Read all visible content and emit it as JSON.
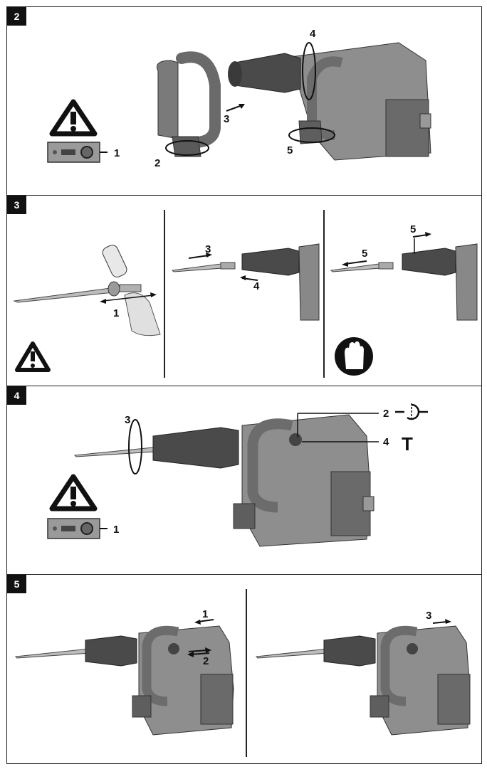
{
  "panels": [
    {
      "number": "2",
      "callouts": [
        "1",
        "2",
        "3",
        "4",
        "5"
      ]
    },
    {
      "number": "3",
      "callouts": [
        "1",
        "3",
        "4",
        "5",
        "5"
      ]
    },
    {
      "number": "4",
      "callouts": [
        "1",
        "2",
        "3",
        "4"
      ]
    },
    {
      "number": "5",
      "callouts": [
        "1",
        "2",
        "3"
      ]
    }
  ],
  "symbols": {
    "hammer_mode": "T"
  },
  "colors": {
    "tool_body": "#8a8a8a",
    "tool_dark": "#555555",
    "tool_handle": "#6f6f6f",
    "chuck": "#4a4a4a",
    "chisel": "#b8b8b8"
  },
  "icons": [
    "warning-triangle-icon",
    "switch-box-icon",
    "gloves-icon",
    "rotation-icon",
    "hammer-icon"
  ]
}
